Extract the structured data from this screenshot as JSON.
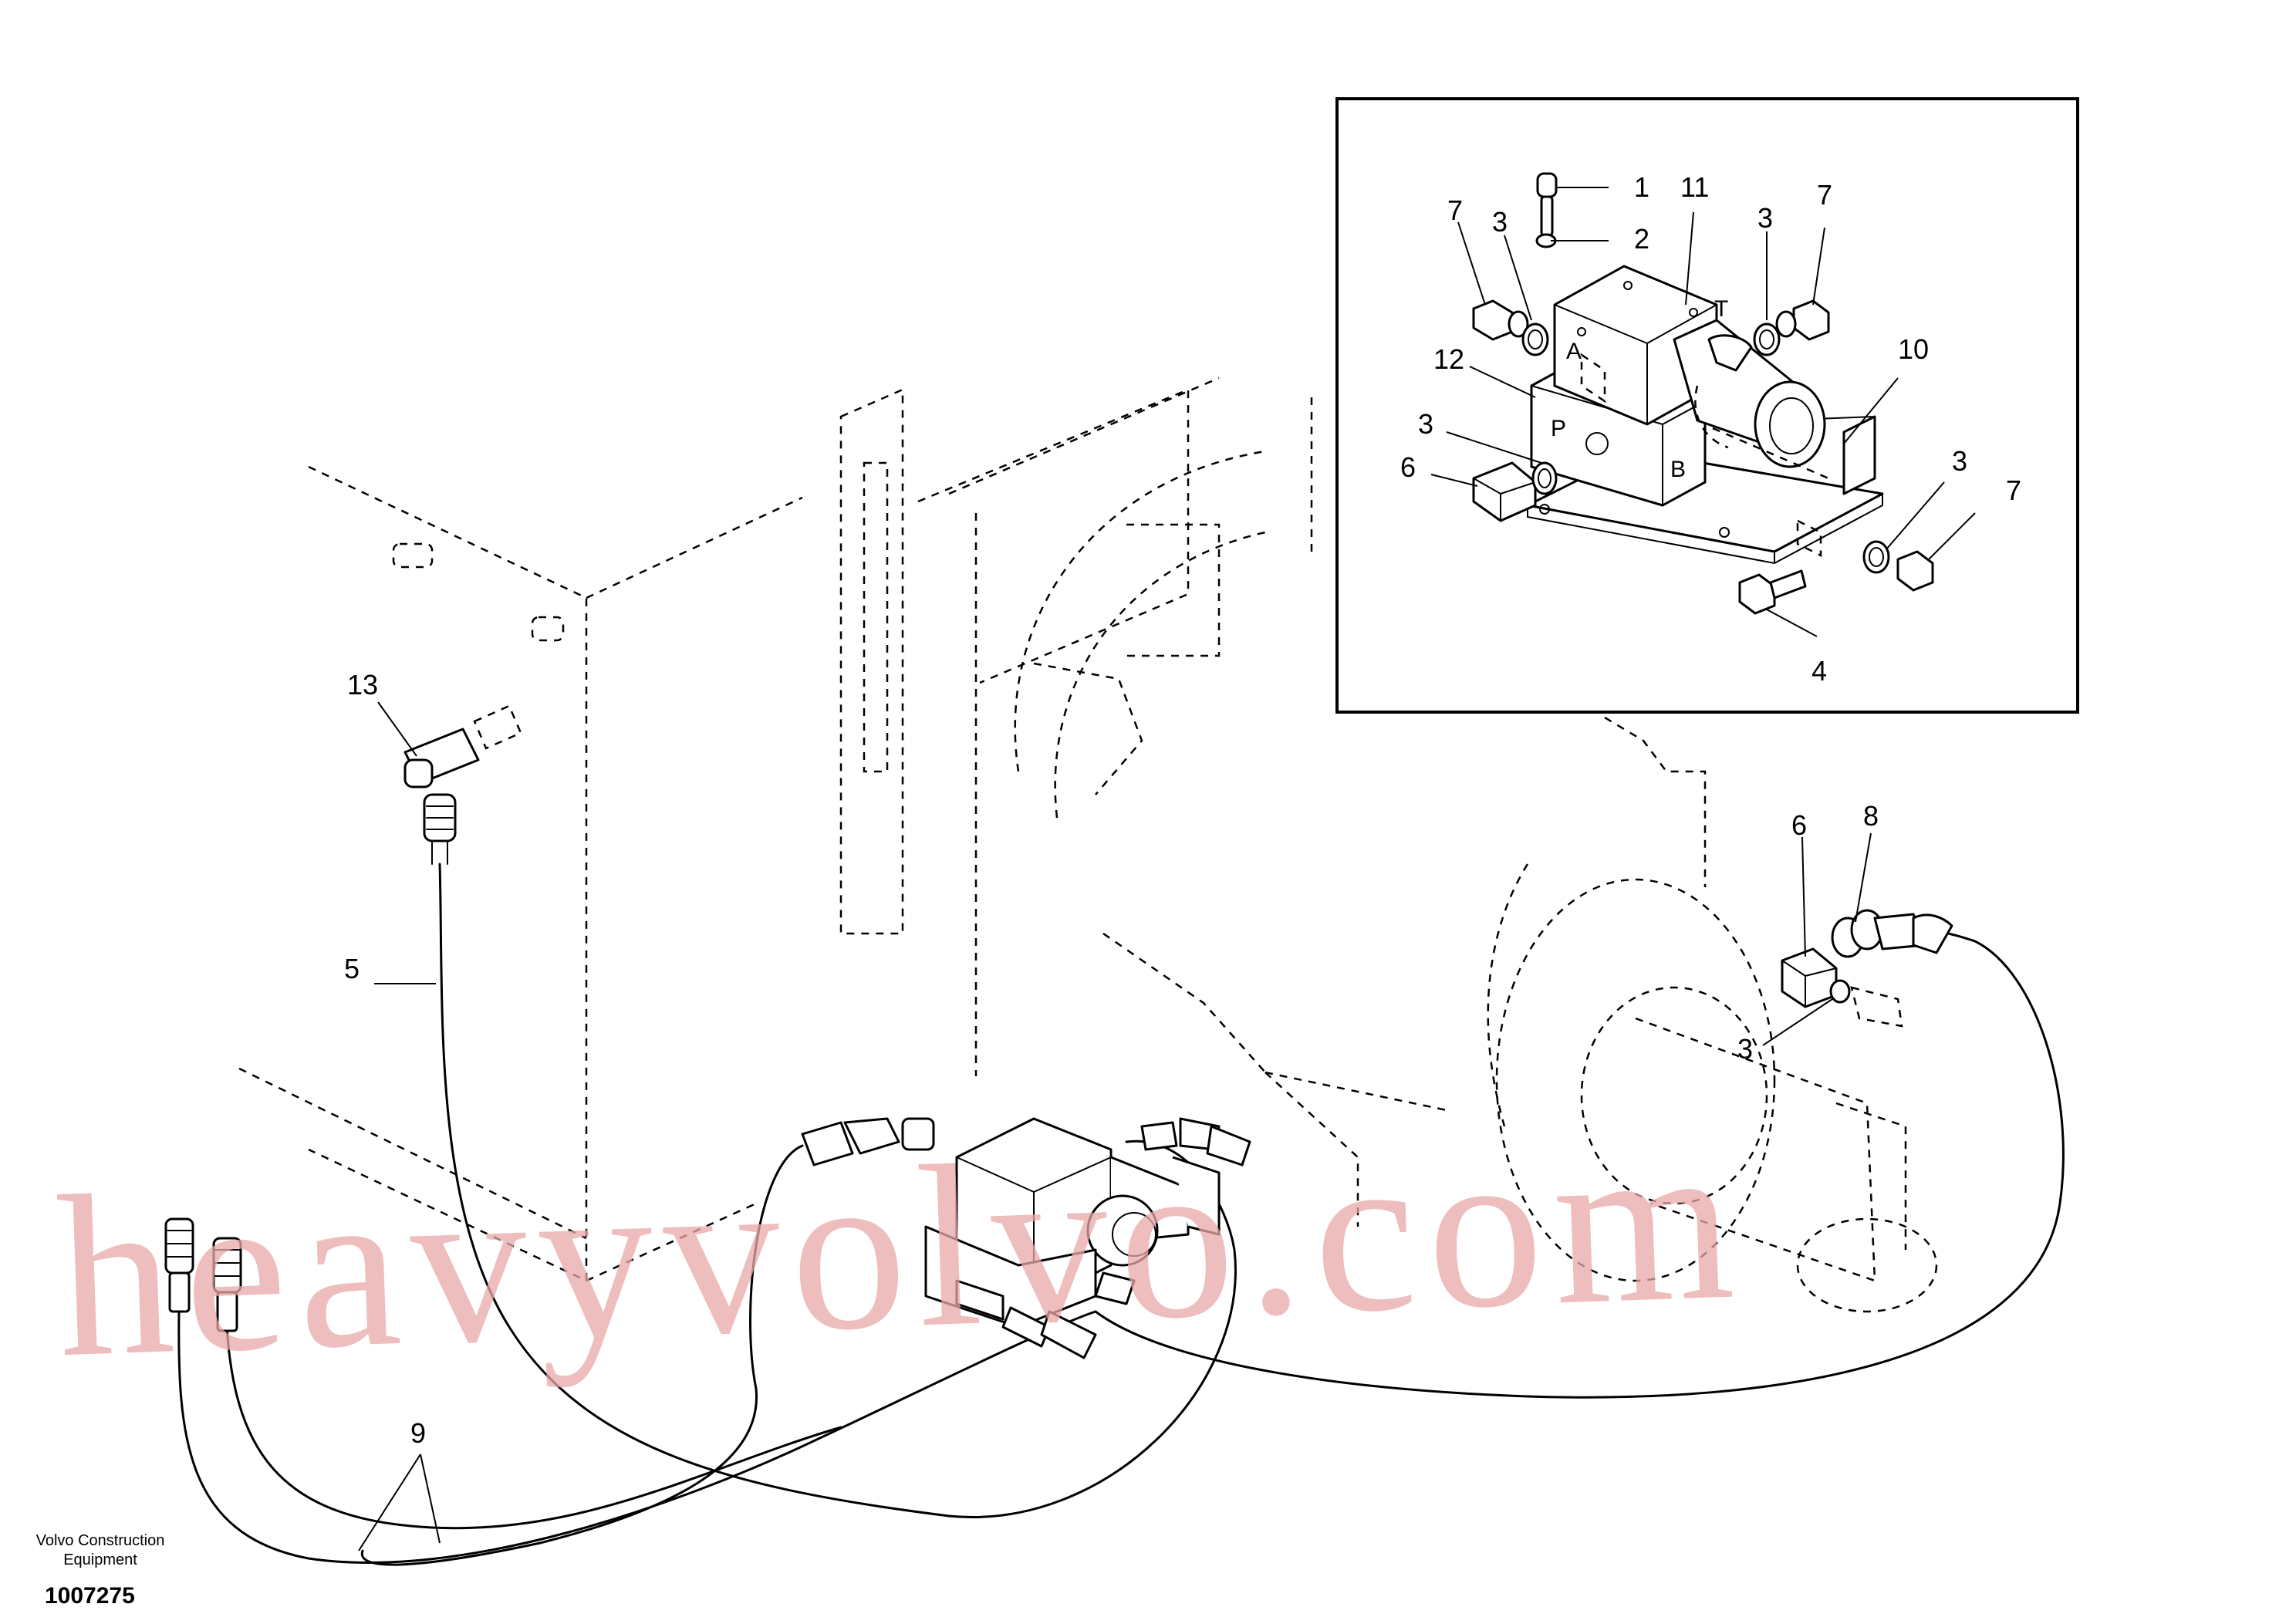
{
  "diagram": {
    "callouts": {
      "c1": "1",
      "c2": "2",
      "c3a": "3",
      "c3b": "3",
      "c3c": "3",
      "c3d": "3",
      "c3e": "3",
      "c4": "4",
      "c5": "5",
      "c6a": "6",
      "c6b": "6",
      "c7a": "7",
      "c7b": "7",
      "c7c": "7",
      "c8": "8",
      "c9": "9",
      "c10": "10",
      "c11": "11",
      "c12": "12",
      "c13": "13"
    },
    "ports": {
      "a": "A",
      "t": "T",
      "p": "P",
      "b": "B"
    },
    "watermark": "heavyvolvo.com",
    "publisher_line1": "Volvo Construction",
    "publisher_line2": "Equipment",
    "document_number": "1007275"
  }
}
